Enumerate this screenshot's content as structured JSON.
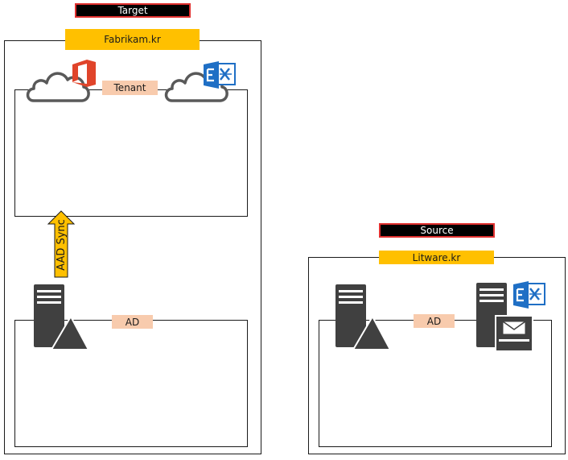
{
  "target": {
    "label": "Target",
    "domain": "Fabrikam.kr",
    "tenant_label": "Tenant",
    "ad_label": "AD",
    "sync_label": "AAD Sync"
  },
  "source": {
    "label": "Source",
    "domain": "Litware.kr",
    "ad_label": "AD"
  },
  "colors": {
    "yellow": "#ffc000",
    "peach": "#f8cbad",
    "office_red": "#e0442a",
    "exchange_blue": "#1f6fc5",
    "server_gray": "#404040",
    "cloud_stroke": "#595959"
  },
  "icons": [
    "cloud-icon",
    "office-icon",
    "exchange-icon",
    "server-icon",
    "mail-server-icon"
  ]
}
